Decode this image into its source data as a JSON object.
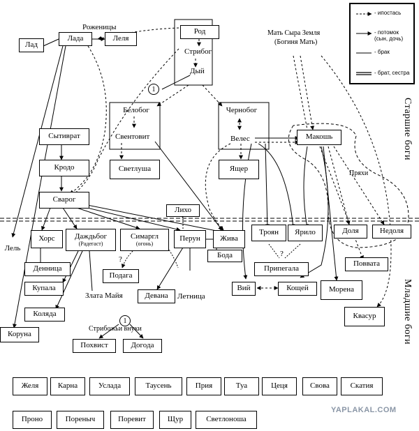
{
  "legend": {
    "hypostasis": "- ипостась",
    "descendant": "- потомок (сын, дочь)",
    "marriage": "- брак",
    "siblings": "- брат, сестра"
  },
  "labels": {
    "rozhenitsy": "Роженицы",
    "mother_earth_1": "Мать Сыра Земля",
    "mother_earth_2": "(Богиня Мать)",
    "pryakhi": "Пряхи",
    "stribog_grandsons": "Стрибожьи внуки",
    "circle_1a": "1",
    "circle_1b": "1",
    "elder_gods": "Старшие боги",
    "younger_gods": "Младшие боги",
    "stribog": "Стрибог",
    "dyi": "Дый",
    "velet": "Велес",
    "sventovit": "Свентовит",
    "zlata_maya": "Злата Майя",
    "letnitsa": "Летница",
    "question_1": "?",
    "question_2": "?",
    "question_3": "?"
  },
  "nodes": {
    "lad": "Лад",
    "lada": "Лада",
    "lelya": "Леля",
    "rod": "Род",
    "belobog": "Белобог",
    "chernobog": "Чернобог",
    "makosh": "Макошь",
    "svetlusha": "Светлуша",
    "yashcher": "Ящер",
    "sytivrat": "Сытиврат",
    "krodo": "Кродо",
    "svarog": "Сварог",
    "likho": "Лихо",
    "lel": "Лель",
    "khors": "Хорс",
    "dazhdbog": "Даждьбог",
    "dazhdbog_sub": "(Радегаст)",
    "simargl": "Симаргл",
    "simargl_sub": "(огонь)",
    "perun": "Перун",
    "zhiva": "Жива",
    "boda": "Бода",
    "troyan": "Троян",
    "yarilo": "Ярило",
    "dolya": "Доля",
    "nedolya": "Недоля",
    "dennitsa": "Денница",
    "kupala": "Купала",
    "podaga": "Подага",
    "pripegala": "Припегала",
    "povvata": "Поввата",
    "koliada": "Коляда",
    "devana": "Девана",
    "viy": "Вий",
    "koshchei": "Кощей",
    "morena": "Морена",
    "kvasur": "Квасур",
    "koruna": "Коруна",
    "pokhvist": "Похвист",
    "dogoda": "Догода"
  },
  "bottom_row_1": [
    "Желя",
    "Карна",
    "Услада",
    "Таусень",
    "Прия",
    "Туа",
    "Цеця",
    "Свова",
    "Скатия"
  ],
  "bottom_row_2": [
    "Проно",
    "Пореныч",
    "Поревит",
    "Щур",
    "Светлоноша"
  ],
  "watermark": "YAPLAKAL.COM"
}
